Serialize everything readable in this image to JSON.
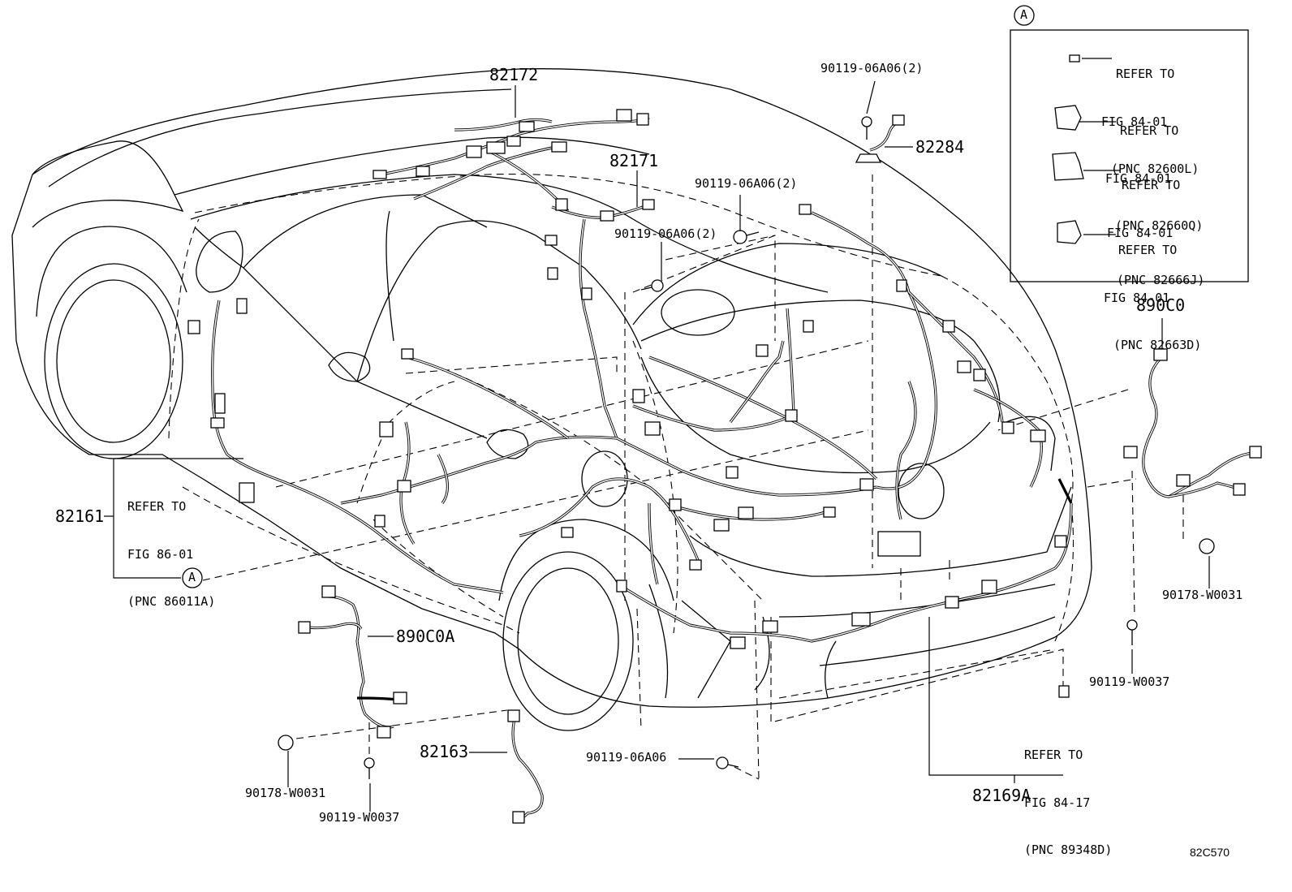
{
  "callouts": {
    "p82172": "82172",
    "p82171": "82171",
    "p82284": "82284",
    "p82161": "82161",
    "p890C0": "890C0",
    "p890C0A": "890C0A",
    "p82163": "82163",
    "p82169A": "82169A",
    "b06A06_2_top": "90119-06A06(2)",
    "b06A06_2_mid": "90119-06A06(2)",
    "b06A06_2_left": "90119-06A06(2)",
    "b06A06": "90119-06A06",
    "bW0037_right": "90119-W0037",
    "bW0037_left": "90119-W0037",
    "cW0031_right": "90178-W0031",
    "cW0031_left": "90178-W0031"
  },
  "refers": {
    "left": [
      "REFER TO",
      "FIG 86-01",
      "(PNC 86011A)"
    ],
    "bottom": [
      "REFER TO",
      "FIG 84-17",
      "(PNC 89348D)"
    ]
  },
  "inset": {
    "marker": "A",
    "items": [
      [
        "REFER TO",
        "FIG 84-01",
        "(PNC 82600L)"
      ],
      [
        "REFER TO",
        "FIG 84-01",
        "(PNC 82660Q)"
      ],
      [
        "REFER TO",
        "FIG 84-01",
        "(PNC 82666J)"
      ],
      [
        "REFER TO",
        "FIG 84-01",
        "(PNC 82663D)"
      ]
    ]
  },
  "marker_left": "A",
  "diagram_id": "82C570"
}
